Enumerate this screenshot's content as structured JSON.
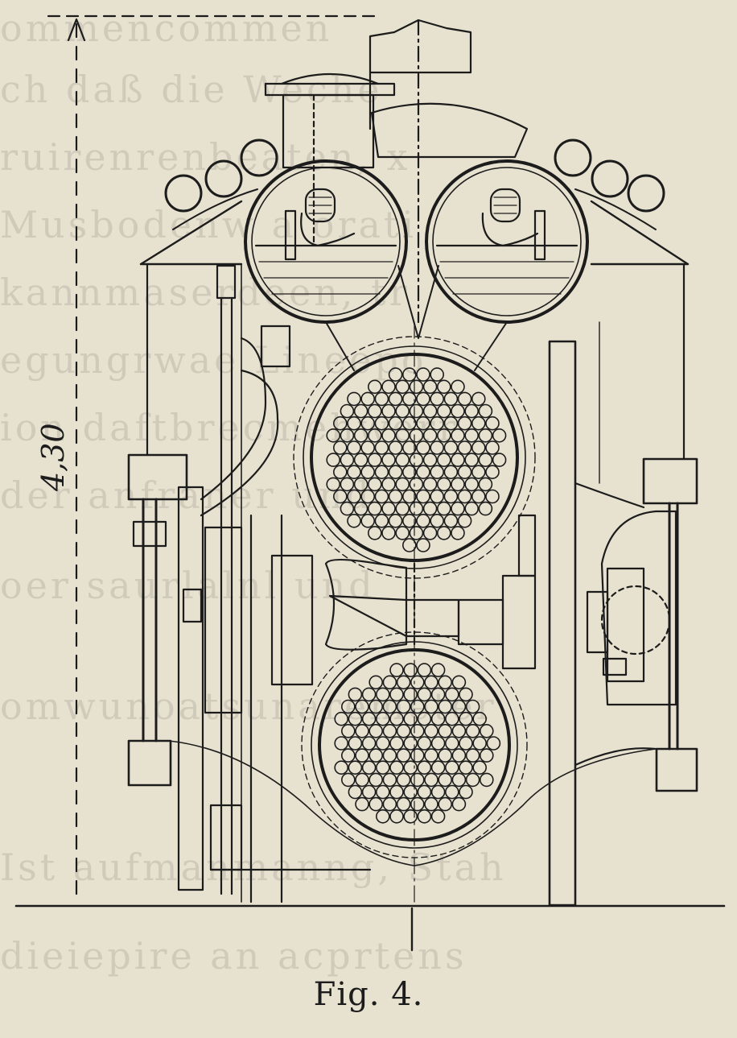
{
  "figure": {
    "caption": "Fig. 4.",
    "height_dimension_label": "4,30"
  },
  "bleed_through_lines": [
    "ommencommen",
    "ch daß die Weche",
    "ruirenrenbeaten, x",
    "Musbodenw a orati",
    "kannmaserdeen, tr",
    "egungrwae Lineepo",
    "ion daftbrecmehwerr",
    "der anfraner und",
    "oer saurlalnl und",
    "omwunoatsunaremeter",
    "Ist aufmanmanng, Stah",
    "dieiepire an acprtens"
  ],
  "colors": {
    "paper": "#e7e1cf",
    "ink": "#1c1c1c"
  }
}
